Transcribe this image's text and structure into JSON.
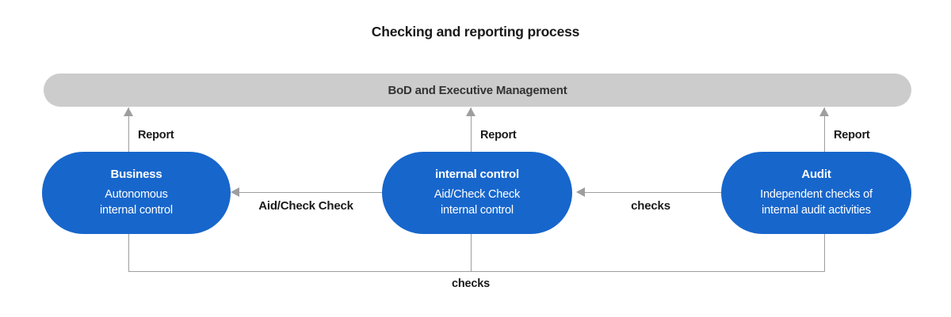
{
  "title": "Checking and reporting process",
  "colors": {
    "blue": "#1766cc",
    "gray_bar": "#cccccc",
    "line": "#9e9e9e",
    "text_dark": "#1a1a1a",
    "node_text": "#ffffff"
  },
  "top_bar": {
    "label": "BoD and Executive Management"
  },
  "nodes": [
    {
      "title": "Business",
      "description": "Autonomous\ninternal control"
    },
    {
      "title": "internal control",
      "description": "Aid/Check Check\ninternal control"
    },
    {
      "title": "Audit",
      "description": "Independent checks of\ninternal audit activities"
    }
  ],
  "edges": {
    "report_labels": [
      "Report",
      "Report",
      "Report"
    ],
    "aid_check_label": "Aid/Check Check",
    "checks_label": "checks",
    "bottom_checks_label": "checks"
  }
}
